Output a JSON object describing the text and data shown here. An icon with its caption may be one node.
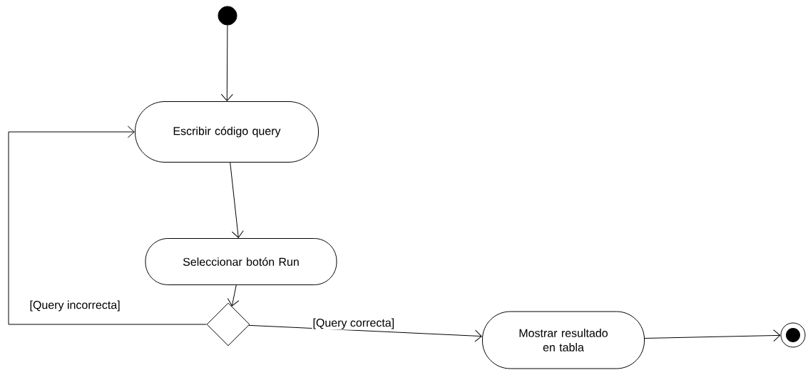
{
  "diagram": {
    "nodes": [
      {
        "text": [],
        "shape": "circle"
      },
      {
        "text": [
          "Escribir código query"
        ]
      },
      {
        "text": [
          "Seleccionar botón Run"
        ]
      },
      {
        "text": [],
        "shape": "diamond"
      },
      {
        "text": [
          "Mostrar resultado en tabla"
        ]
      },
      {
        "text": [],
        "shape": "circle"
      }
    ],
    "edges": [
      {
        "from": 0,
        "to": 1,
        "arrow": "to"
      },
      {
        "from": 1,
        "to": 2,
        "arrow": "to"
      },
      {
        "from": 2,
        "to": 3,
        "arrow": "to"
      },
      {
        "from": 3,
        "to": 4,
        "label": "[Query correcta]",
        "arrow": "to"
      },
      {
        "from": 3,
        "to": 1,
        "label": "[Query incorrecta]",
        "arrow": "to"
      },
      {
        "from": 4,
        "to": 5,
        "arrow": "to"
      }
    ]
  }
}
